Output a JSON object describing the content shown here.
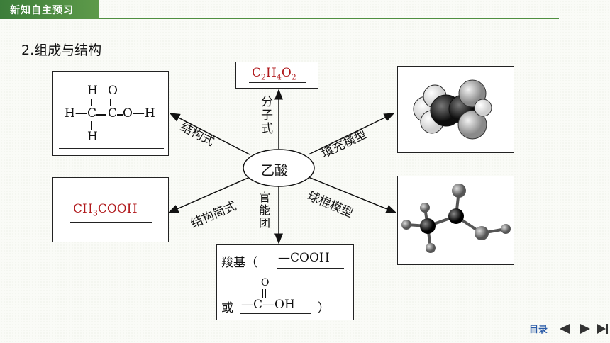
{
  "header": {
    "title": "新知自主预习"
  },
  "section": {
    "title": "2.组成与结构"
  },
  "center": {
    "label": "乙酸"
  },
  "formula": {
    "parts": [
      "C",
      "2",
      "H",
      "4",
      "O",
      "2"
    ]
  },
  "structural": {
    "H": "H",
    "O": "O",
    "C": "C",
    "OH_tail": "O—H",
    "H_left": "H—"
  },
  "simple": {
    "parts": [
      "CH",
      "3",
      "COOH"
    ]
  },
  "functional": {
    "name": "羧基（",
    "answer": "—COOH",
    "or": "或",
    "dash_c": "—C—OH",
    "o": "O",
    "close": "）"
  },
  "branches": {
    "structural_formula": "结构式",
    "molecular_formula": [
      "分",
      "子",
      "式"
    ],
    "space_filling": "填充模型",
    "simple_structural": "结构简式",
    "functional_group": [
      "官",
      "能",
      "团"
    ],
    "ball_stick": "球棍模型"
  },
  "nav": {
    "label": "目录"
  },
  "icons": [
    "prev-icon",
    "next-icon",
    "last-icon"
  ]
}
